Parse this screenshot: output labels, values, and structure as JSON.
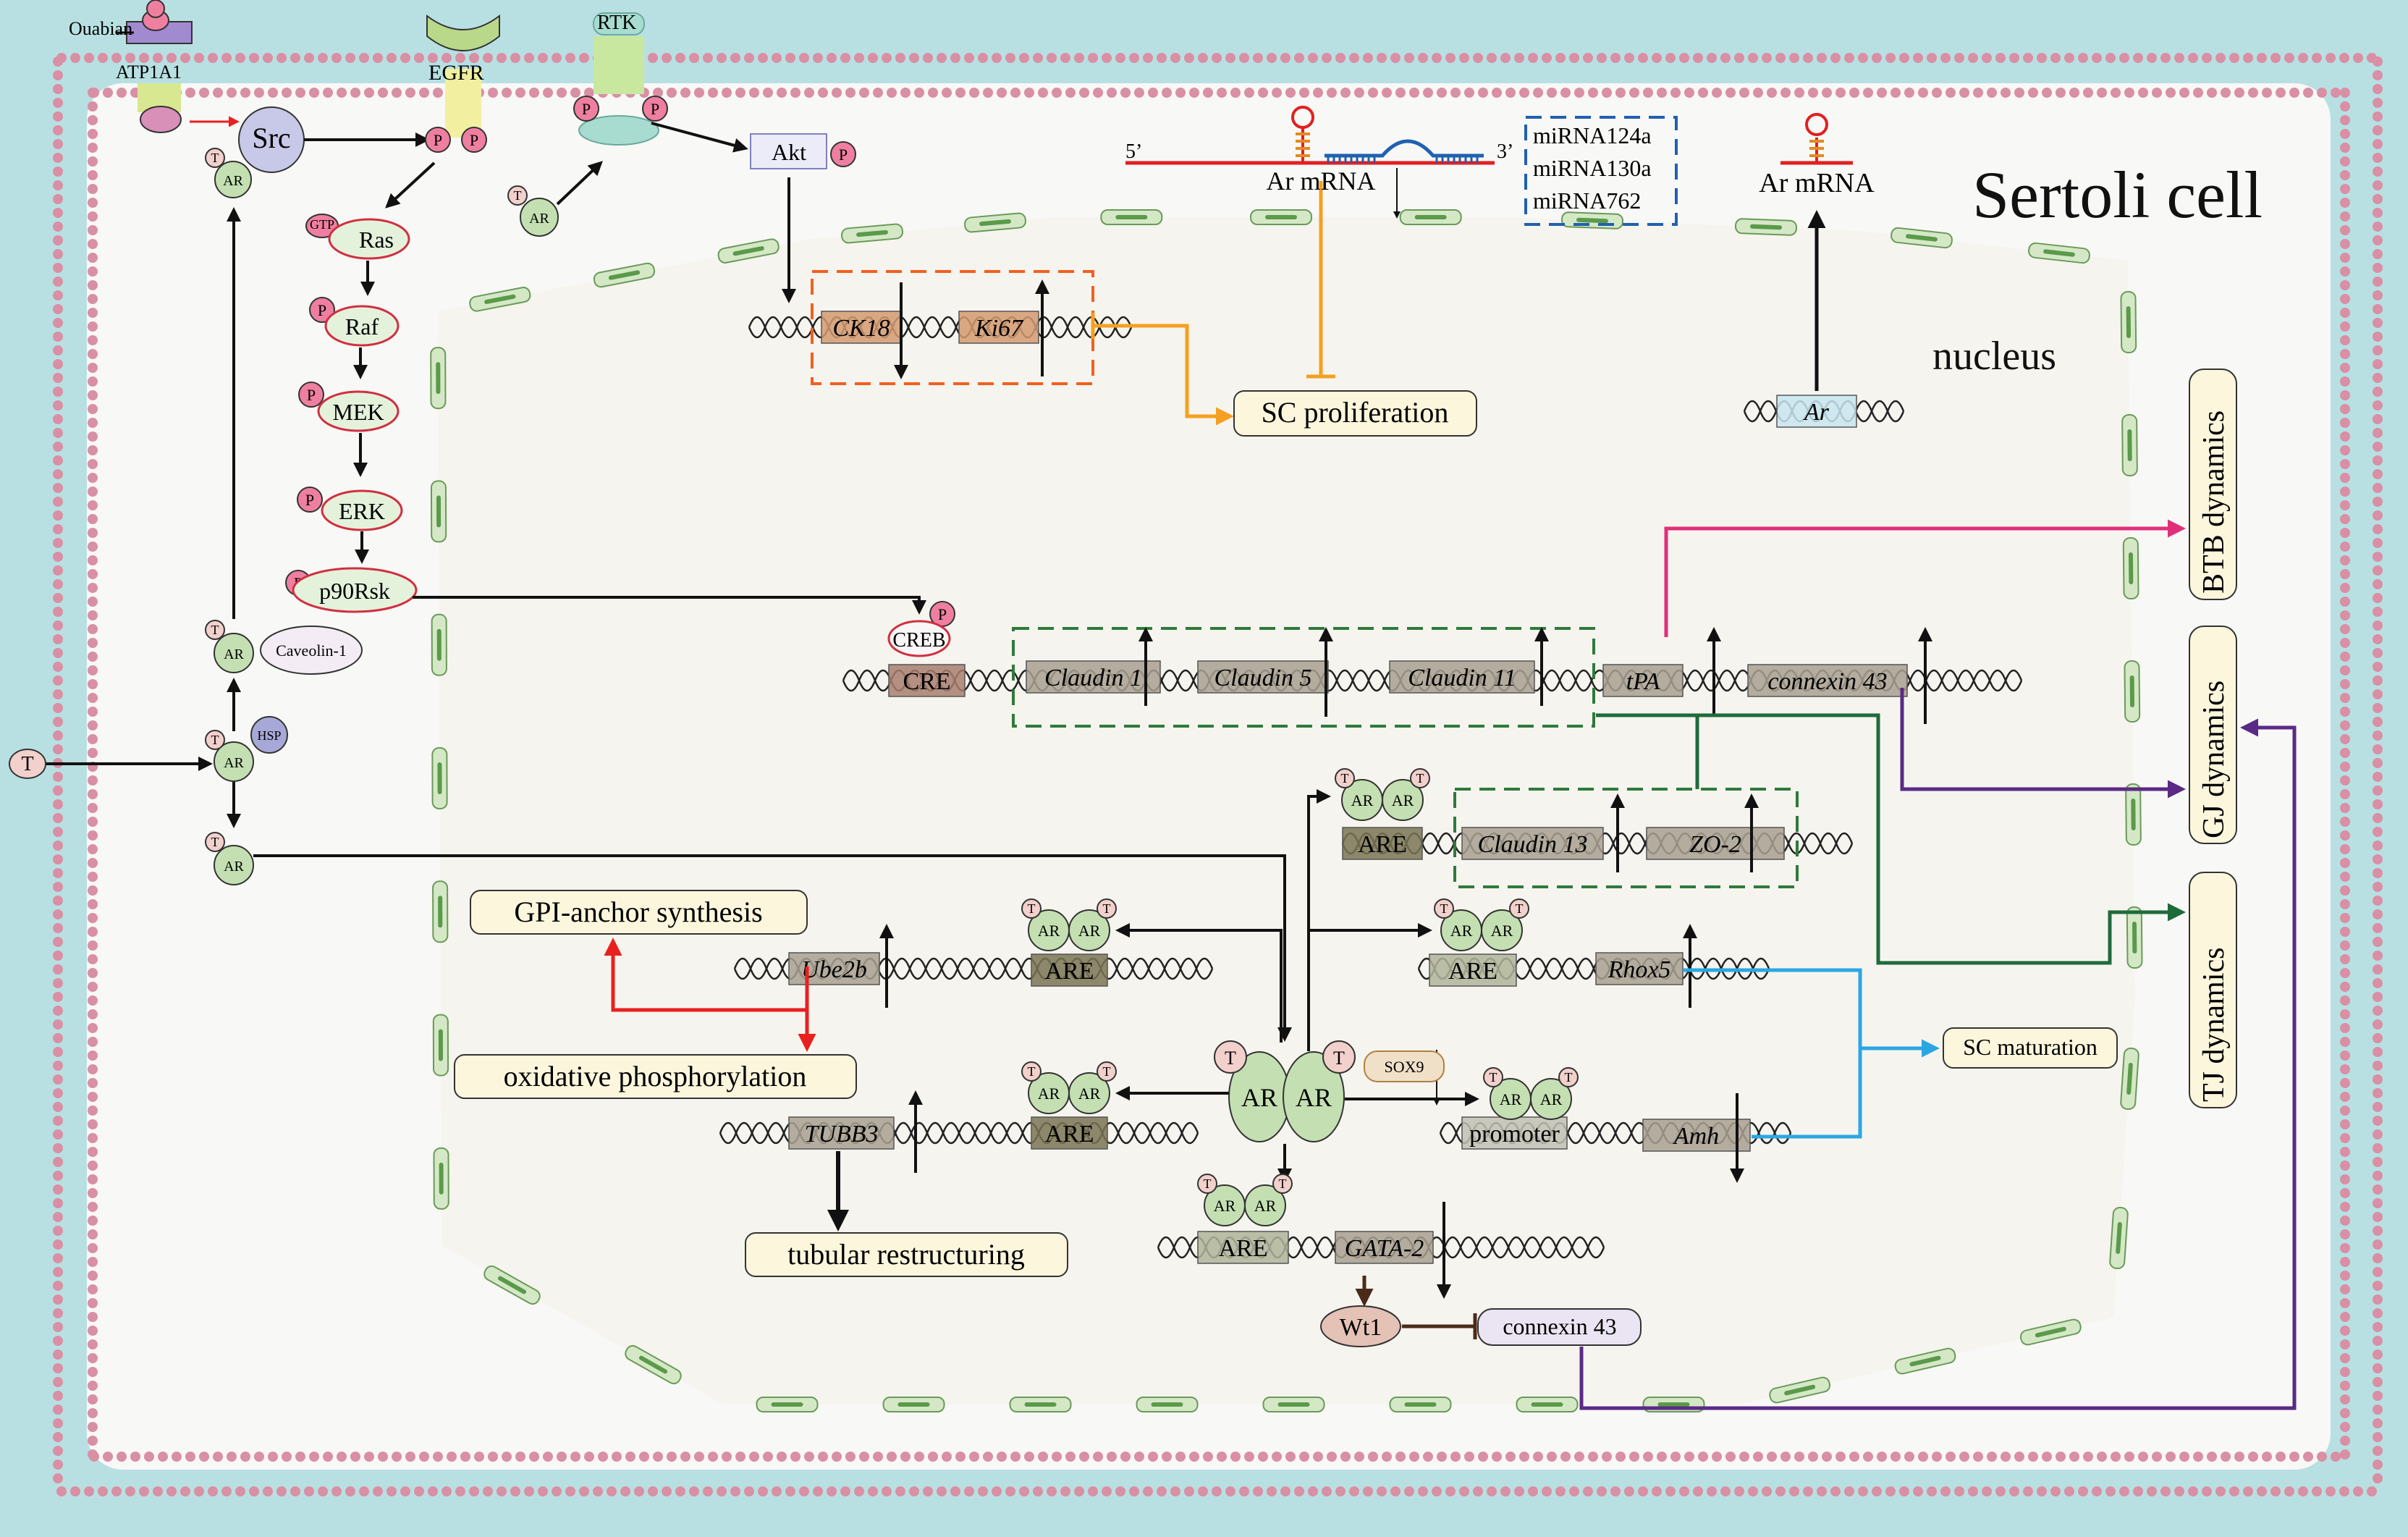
{
  "cell": {
    "title": "Sertoli cell",
    "nucleus": "nucleus"
  },
  "colors": {
    "background": "#b8e0e2",
    "cytoplasm": "#f8f8f6",
    "nucleus": "#f6f4ee",
    "membrane_bead": "#d98fa4",
    "phospho": "#ef7fa0",
    "ar_green": "#c4e0b2",
    "arrow_pink": "#e0307a",
    "arrow_purple": "#5a2a86",
    "arrow_green": "#1e6b3a",
    "arrow_blue": "#2aa7e2",
    "arrow_orange": "#f4a020",
    "arrow_red": "#e82020",
    "dash_orange": "#f06020",
    "dash_green": "#2e7a3c",
    "dash_blue": "#2060b0"
  },
  "membrane": {
    "ouabain": "Ouabian",
    "atp1a1": "ATP1A1",
    "egfr": "EGFR",
    "rtk": "RTK",
    "p": "P",
    "t": "T",
    "ar": "AR"
  },
  "kinases": {
    "src": "Src",
    "akt": "Akt",
    "gtp": "GTP",
    "ras": "Ras",
    "raf": "Raf",
    "mek": "MEK",
    "erk": "ERK",
    "p90rsk": "p90Rsk",
    "caveolin": "Caveolin-1",
    "hsp": "HSP"
  },
  "mirna": {
    "five": "5’",
    "three": "3’",
    "ar_mrna": "Ar mRNA",
    "items": [
      "miRNA124a",
      "miRNA130a",
      "miRNA762"
    ]
  },
  "genes": {
    "ck18": "CK18",
    "ki67": "Ki67",
    "ar": "Ar",
    "cre": "CRE",
    "creb": "CREB",
    "claudin1": "Claudin 1",
    "claudin5": "Claudin 5",
    "claudin11": "Claudin 11",
    "tpa": "tPA",
    "connexin43": "connexin 43",
    "are": "ARE",
    "claudin13": "Claudin 13",
    "zo2": "ZO-2",
    "ube2b": "Ube2b",
    "rhox5": "Rhox5",
    "sox9": "SOX9",
    "promoter": "promoter",
    "amh": "Amh",
    "tubb3": "TUBB3",
    "gata2": "GATA-2",
    "wt1": "Wt1"
  },
  "outcomes": {
    "sc_proliferation": "SC proliferation",
    "gpi": "GPI-anchor synthesis",
    "oxphos": "oxidative phosphorylation",
    "tubular": "tubular restructuring",
    "sc_maturation": "SC maturation",
    "btb": "BTB dynamics",
    "gj": "GJ dynamics",
    "tj": "TJ dynamics"
  }
}
